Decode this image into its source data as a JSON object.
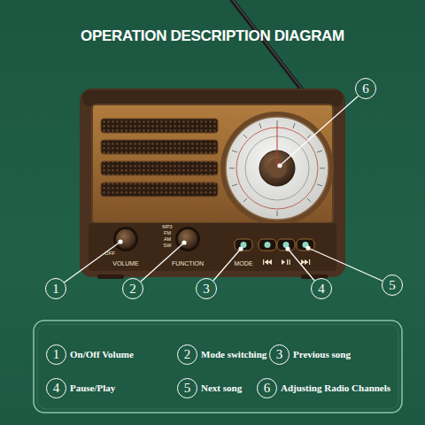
{
  "diagram": {
    "title": "OPERATION DESCRIPTION DIAGRAM",
    "nodes": [
      {
        "text": [
          "1"
        ]
      },
      {
        "text": [
          "2"
        ]
      },
      {
        "text": [
          "3"
        ]
      },
      {
        "text": [
          "4"
        ]
      },
      {
        "text": [
          "5"
        ]
      },
      {
        "text": [
          "6"
        ]
      },
      {
        "text": [
          "1",
          "On/Off Volume"
        ]
      },
      {
        "text": [
          "2",
          "Mode switching"
        ]
      },
      {
        "text": [
          "3",
          "Previous song"
        ]
      },
      {
        "text": [
          "4",
          "Pause/Play"
        ]
      },
      {
        "text": [
          "5",
          "Next song"
        ]
      },
      {
        "text": [
          "6",
          "Adjusting Radio Channels"
        ]
      }
    ],
    "labels": [
      "OFF",
      "VOLUME",
      "MP3",
      "FM",
      "AM",
      "SW",
      "FUNCTION",
      "MODE"
    ]
  }
}
